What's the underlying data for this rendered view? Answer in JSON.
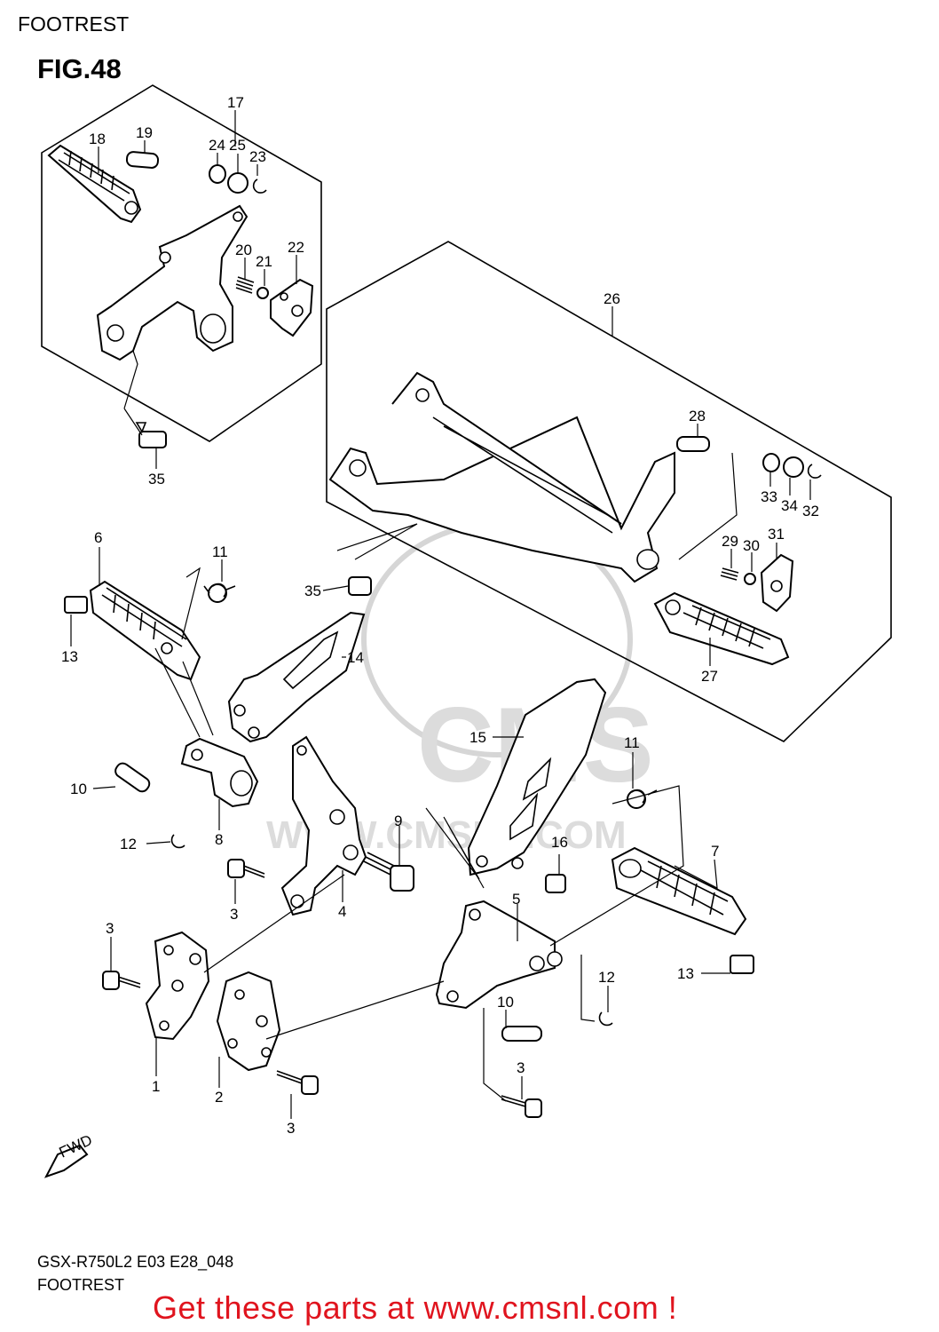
{
  "header": {
    "section_title": "FOOTREST",
    "figure_label": "FIG.48"
  },
  "footer": {
    "model_code": "GSX-R750L2 E03 E28_048",
    "section_title": "FOOTREST"
  },
  "cta": {
    "text": "Get these parts at www.cmsnl.com !",
    "color": "#e0141e"
  },
  "watermark": {
    "brand": "CMS",
    "url": "WWW.CMSNL.COM"
  },
  "direction_marker": {
    "label": "FWD"
  },
  "callouts": {
    "c1": "1",
    "c2": "2",
    "c3a": "3",
    "c3b": "3",
    "c3c": "3",
    "c3d": "3",
    "c4": "4",
    "c5": "5",
    "c6": "6",
    "c7": "7",
    "c8": "8",
    "c9": "9",
    "c10a": "10",
    "c10b": "10",
    "c11a": "11",
    "c11b": "11",
    "c12a": "12",
    "c12b": "12",
    "c13a": "13",
    "c13b": "13",
    "c14": "14",
    "c15": "15",
    "c16": "16",
    "c17": "17",
    "c18": "18",
    "c19": "19",
    "c20": "20",
    "c21": "21",
    "c22": "22",
    "c23": "23",
    "c24": "24",
    "c25": "25",
    "c26": "26",
    "c27": "27",
    "c28": "28",
    "c29": "29",
    "c30": "30",
    "c31": "31",
    "c32": "32",
    "c33": "33",
    "c34": "34",
    "c35a": "35",
    "c35b": "35"
  }
}
